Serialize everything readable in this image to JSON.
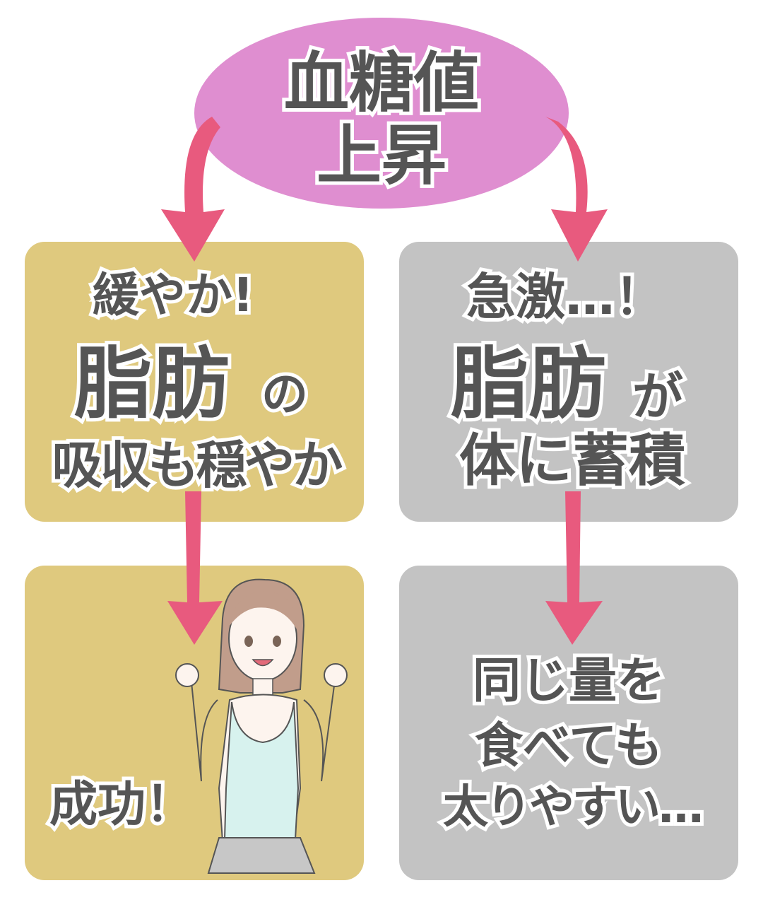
{
  "top": {
    "line1": "血糖値",
    "line2": "上昇"
  },
  "left_box": {
    "line1": "緩やか!",
    "line2_big": "脂肪",
    "line2_small": "の",
    "line3": "吸収も穏やか"
  },
  "right_box": {
    "line1": "急激…！",
    "line2_big": "脂肪",
    "line2_small": "が",
    "line3": "体に蓄積"
  },
  "left_result": {
    "text": "成功！"
  },
  "right_result": {
    "line1": "同じ量を",
    "line2": "食べても",
    "line3": "太りやすい…"
  },
  "colors": {
    "ellipse": "#df8ed0",
    "positive": "#dfc97e",
    "negative": "#c3c3c3",
    "arrow": "#e85a7e",
    "text": "#555555"
  }
}
